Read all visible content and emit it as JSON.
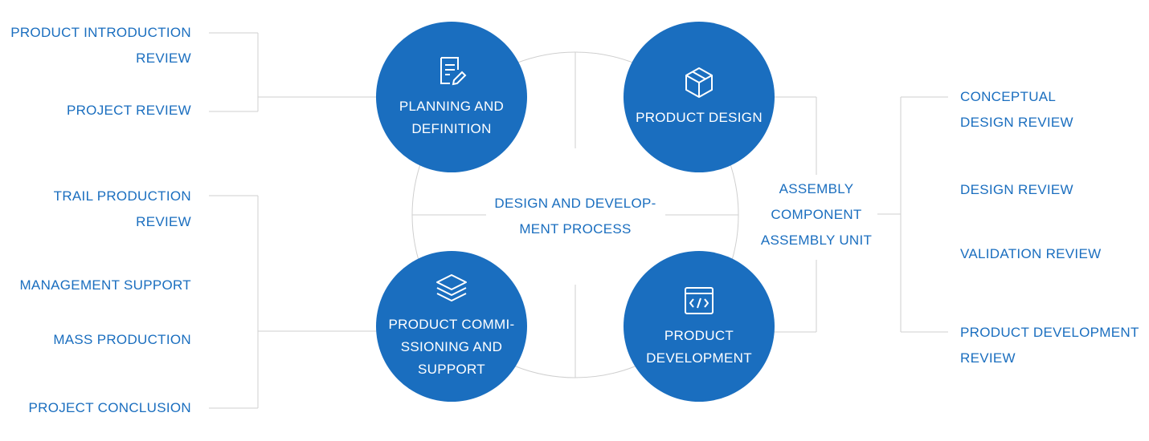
{
  "center": {
    "lines": [
      "DESIGN AND DEVELOP-",
      "MENT PROCESS"
    ]
  },
  "colors": {
    "primary": "#1a6ebf",
    "connector": "#cfcfcf"
  },
  "phases": [
    {
      "icon": "document-edit-icon",
      "lines": [
        "PLANNING AND",
        "DEFINITION"
      ]
    },
    {
      "icon": "cube-icon",
      "lines": [
        "PRODUCT DESIGN"
      ]
    },
    {
      "icon": "layers-icon",
      "lines": [
        "PRODUCT COMMI-",
        "SSIONING AND",
        "SUPPORT"
      ]
    },
    {
      "icon": "code-window-icon",
      "lines": [
        "PRODUCT",
        "DEVELOPMENT"
      ]
    }
  ],
  "left_top_reviews": [
    {
      "lines": [
        "PRODUCT INTRODUCTION",
        "REVIEW"
      ]
    },
    {
      "lines": [
        "PROJECT REVIEW"
      ]
    }
  ],
  "left_bottom_reviews": [
    {
      "lines": [
        "TRAIL PRODUCTION",
        "REVIEW"
      ]
    },
    {
      "lines": [
        "MANAGEMENT SUPPORT"
      ]
    },
    {
      "lines": [
        "MASS PRODUCTION"
      ]
    },
    {
      "lines": [
        "PROJECT CONCLUSION"
      ]
    }
  ],
  "assembly": {
    "lines": [
      "ASSEMBLY",
      "COMPONENT",
      "ASSEMBLY UNIT"
    ]
  },
  "right_reviews": [
    {
      "lines": [
        "CONCEPTUAL",
        "DESIGN REVIEW"
      ]
    },
    {
      "lines": [
        "DESIGN REVIEW"
      ]
    },
    {
      "lines": [
        "VALIDATION REVIEW"
      ]
    },
    {
      "lines": [
        "PRODUCT DEVELOPMENT",
        "REVIEW"
      ]
    }
  ]
}
